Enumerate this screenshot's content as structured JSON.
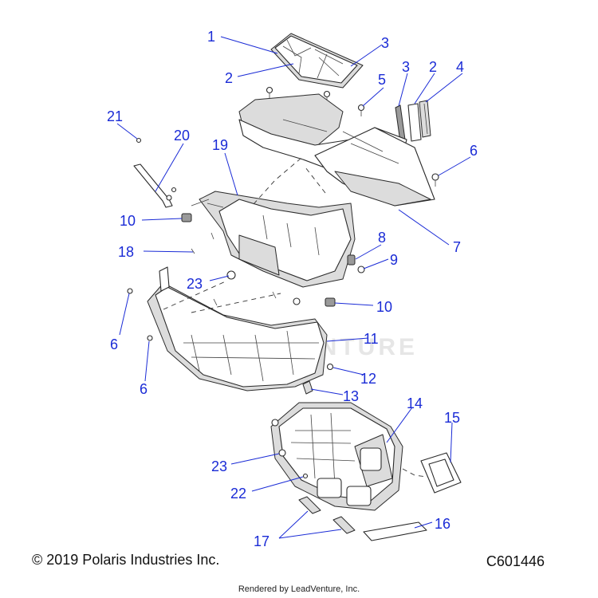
{
  "watermark": "LEADVENTURE",
  "callouts": [
    "1",
    "2",
    "3",
    "3",
    "2",
    "4",
    "5",
    "6",
    "7",
    "19",
    "20",
    "21",
    "10",
    "18",
    "8",
    "9",
    "23",
    "10",
    "6",
    "11",
    "6",
    "12",
    "13",
    "14",
    "15",
    "23",
    "22",
    "17",
    "16"
  ],
  "footer": {
    "copyright": "© 2019 Polaris Industries Inc.",
    "doc_number": "C601446",
    "rendered_by": "Rendered by LeadVenture, Inc."
  }
}
